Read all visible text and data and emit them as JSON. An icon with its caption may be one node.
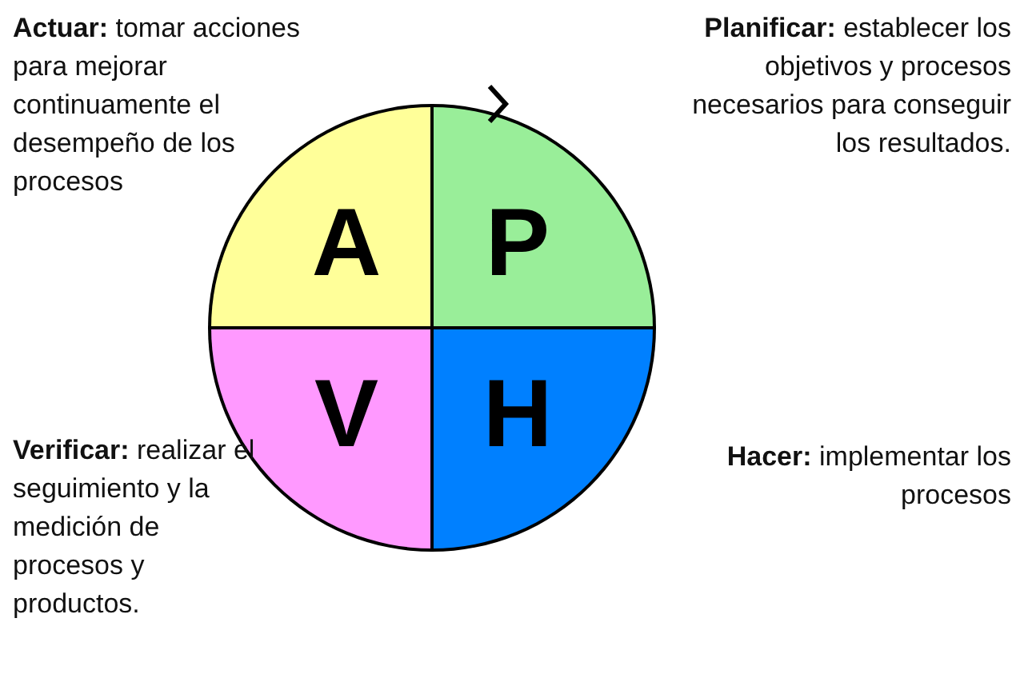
{
  "diagram": {
    "nodes": [
      {
        "text": [
          "A"
        ],
        "beside": [
          "**Actuar:** tomar acciones para mejorar continuamente el desempeño de los procesos"
        ]
      },
      {
        "text": [
          "P"
        ],
        "beside": [
          "**Planificar:** establecer los objetivos y procesos necesarios para conseguir los resultados."
        ]
      },
      {
        "text": [
          "V"
        ],
        "beside": [
          "**Verificar:** realizar el seguimiento y la medición de procesos y productos."
        ]
      },
      {
        "text": [
          "H"
        ],
        "beside": [
          "**Hacer:** implementar los procesos"
        ]
      }
    ]
  }
}
